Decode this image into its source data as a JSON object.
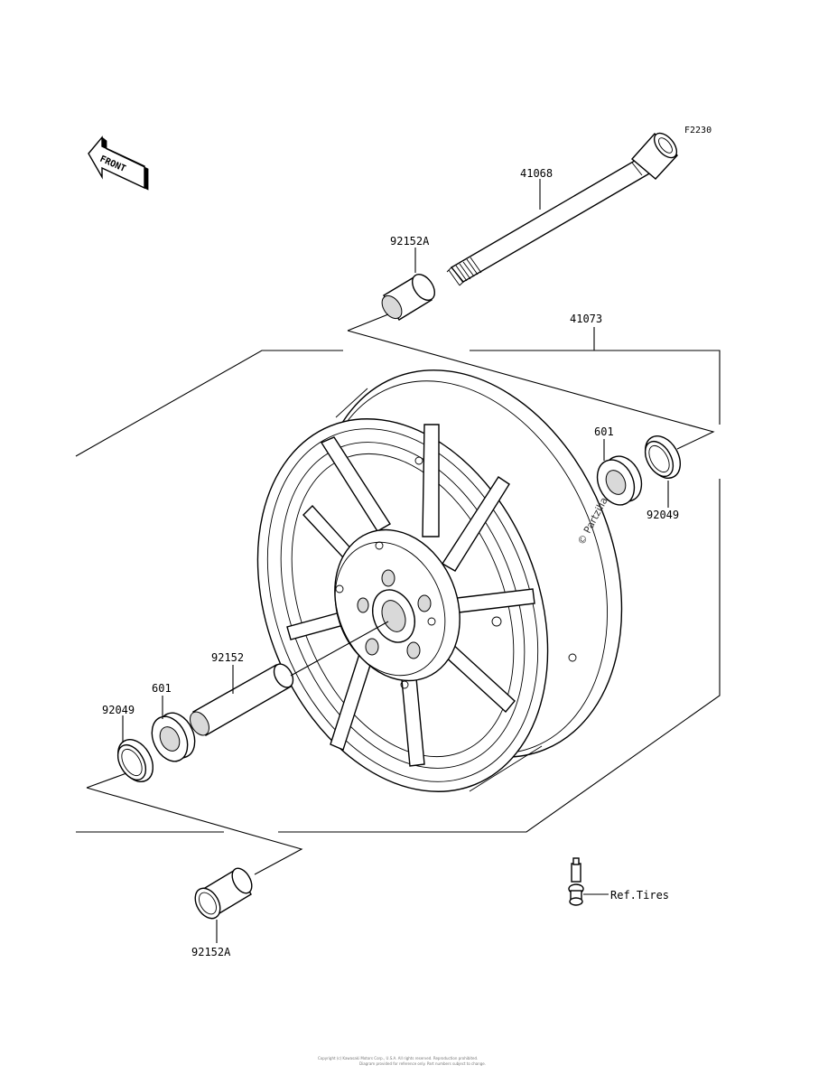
{
  "figure_code": "F2230",
  "orientation": {
    "arrow_label": "FRONT",
    "icon": "front-direction-arrow-icon"
  },
  "callouts": [
    {
      "id": "axle",
      "part_number": "41068"
    },
    {
      "id": "collar-top",
      "part_number": "92152A"
    },
    {
      "id": "wheel",
      "part_number": "41073"
    },
    {
      "id": "bearing-right",
      "part_number": "601"
    },
    {
      "id": "seal-right",
      "part_number": "92049"
    },
    {
      "id": "spacer",
      "part_number": "92152"
    },
    {
      "id": "bearing-left",
      "part_number": "601"
    },
    {
      "id": "seal-left",
      "part_number": "92049"
    },
    {
      "id": "collar-bottom",
      "part_number": "92152A"
    },
    {
      "id": "valve",
      "part_number": "Ref.Tires"
    }
  ],
  "watermark": "© Partzilla.com",
  "footer": {
    "line1": "Copyright (c) Kawasaki Motors Corp., U.S.A. All rights reserved. Reproduction prohibited.",
    "line2": "Diagram provided for reference only. Part numbers subject to change."
  }
}
